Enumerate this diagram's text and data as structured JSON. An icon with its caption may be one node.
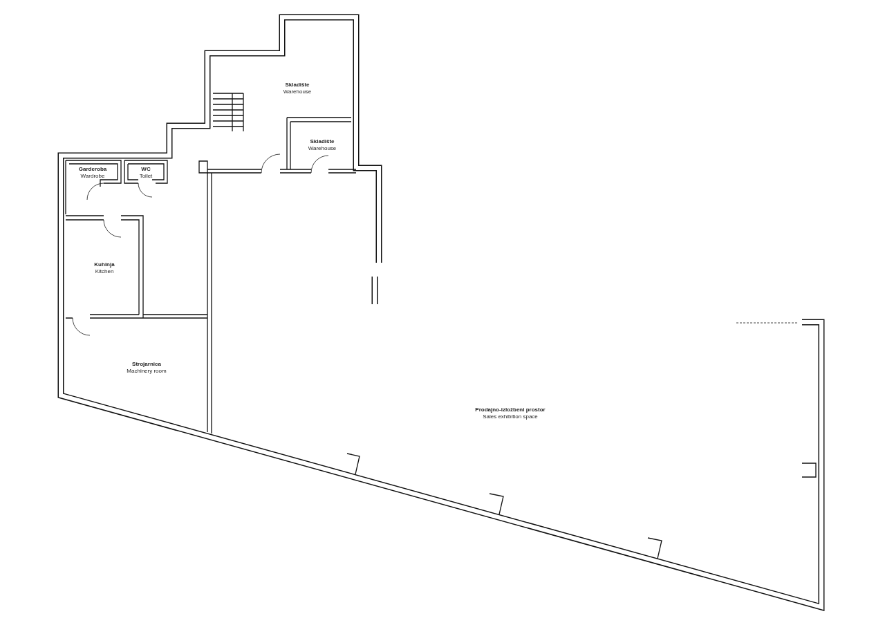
{
  "diagram": {
    "nodes": [
      {
        "text": [
          "Skladište",
          "Warehouse"
        ]
      },
      {
        "text": [
          "Skladište",
          "Warehouse"
        ]
      },
      {
        "text": [
          "Garderoba",
          "Wardrobe"
        ]
      },
      {
        "text": [
          "WC",
          "Toilet"
        ]
      },
      {
        "text": [
          "Kuhinja",
          "Kitchen"
        ]
      },
      {
        "text": [
          "Strojarnica",
          "Machinery room"
        ]
      },
      {
        "text": [
          "Prodajno-izložbeni prostor",
          "Sales exhibition space"
        ]
      }
    ]
  }
}
